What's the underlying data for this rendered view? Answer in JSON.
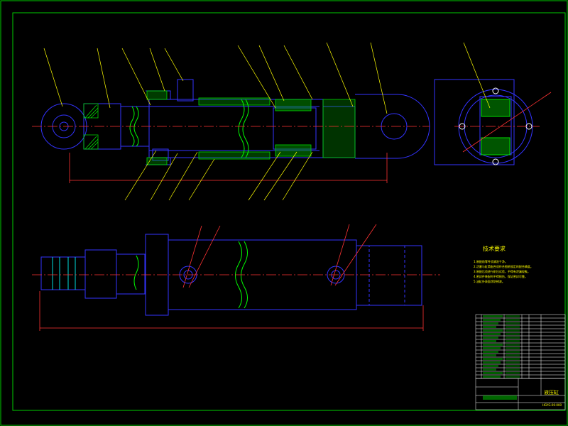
{
  "colors": {
    "background": "#000000",
    "frame": "#00cc00",
    "outline": "#3333ff",
    "hatch": "#00dd00",
    "centerline": "#ff3333",
    "leader": "#ffff00",
    "text": "#ffff00",
    "break_line": "#00ff00"
  },
  "sheet": {
    "tech_requirements_title": "技术要求",
    "tech_requirements": [
      "1.装配前零件须清洗干净。",
      "2.活塞与缸筒配合须符合图纸规定的配合精度。",
      "3.装配后须进行耐压试验，不得有泄漏现象。",
      "4.密封件装配时不得损伤，保证密封可靠。",
      "5.油缸外表面涂防锈漆。"
    ],
    "title_block": {
      "name": "液压缸",
      "drawing_no": "HGYG-00-000"
    }
  }
}
